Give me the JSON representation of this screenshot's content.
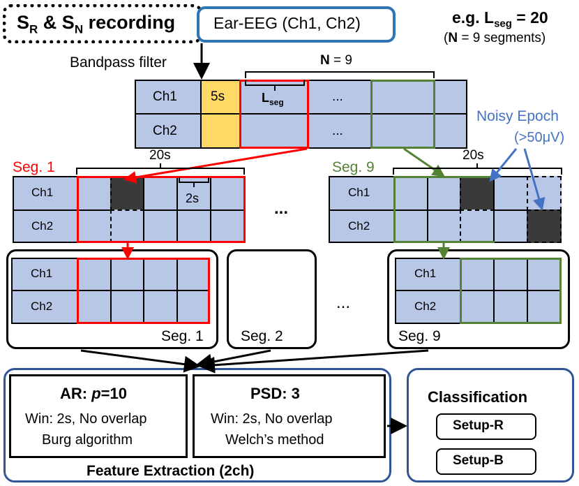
{
  "header": {
    "recording_title_main": "S",
    "recording_sub_r": "R",
    "recording_amp": " & S",
    "recording_sub_n": "N",
    "recording_suffix": " recording",
    "ear_eeg_label": "Ear-EEG (Ch1, Ch2)",
    "bandpass_label": "Bandpass filter",
    "example_prefix": "e.g. L",
    "example_sub": "seg",
    "example_suffix": " = 20",
    "example_n_bold": "N",
    "example_n_rest": " = 9 segments)",
    "example_paren": "("
  },
  "top_grid": {
    "n_bold": "N",
    "n_rest": " = 9",
    "ch1": "Ch1",
    "ch2": "Ch2",
    "five_s": "5s",
    "lseg_main": "L",
    "lseg_sub": "seg",
    "dots1": "...",
    "dots2": "..."
  },
  "noisy": {
    "line1": "Noisy Epoch",
    "line2": "(>50μV)"
  },
  "seg_rows": {
    "seg1_label": "Seg. 1",
    "seg9_label": "Seg. 9",
    "twenty_s_left": "20s",
    "twenty_s_right": "20s",
    "two_s": "2s",
    "ch1": "Ch1",
    "ch2": "Ch2",
    "middle_dots": "..."
  },
  "segment_boxes": {
    "seg1": "Seg. 1",
    "seg2": "Seg. 2",
    "seg9": "Seg. 9",
    "dots": "...",
    "ch1": "Ch1",
    "ch2": "Ch2"
  },
  "features": {
    "ar_title_prefix": "AR: ",
    "ar_title_p": "p",
    "ar_title_suffix": "=10",
    "ar_line1": "Win: 2s, No overlap",
    "ar_line2": "Burg algorithm",
    "psd_title": "PSD: 3",
    "psd_line1": "Win: 2s, No overlap",
    "psd_line2": "Welch’s method",
    "footer": "Feature Extraction (2ch)"
  },
  "classification": {
    "title": "Classification",
    "setup_r": "Setup-R",
    "setup_b": "Setup-B"
  },
  "colors": {
    "cell": "#b8c7e6",
    "yellow": "#ffd966",
    "red": "#ff0000",
    "green": "#548235",
    "blue": "#4472c4",
    "dark": "#3a3a3a",
    "frame_blue": "#2f5597"
  }
}
